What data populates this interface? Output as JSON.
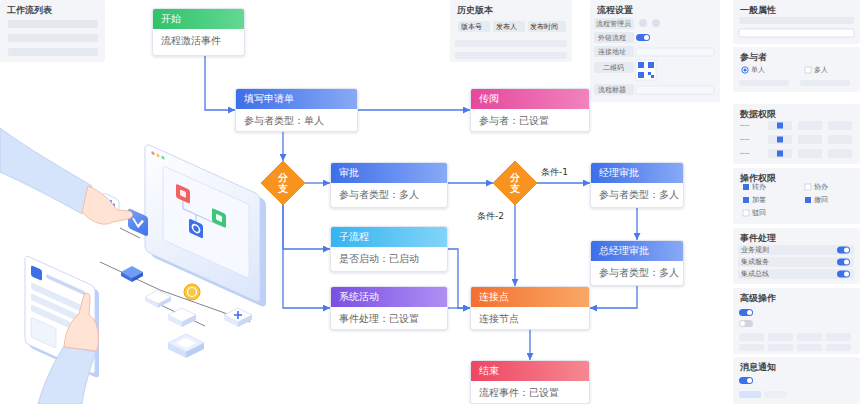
{
  "diagram": {
    "nodes": [
      {
        "text": [
          "开始",
          "流程激活事件"
        ]
      },
      {
        "text": [
          "填写申请单",
          "参与者类型：单人"
        ]
      },
      {
        "text": [
          "传阅",
          "参与者：已设置"
        ]
      },
      {
        "text": [
          "分支"
        ]
      },
      {
        "text": [
          "审批",
          "参与者类型：多人"
        ]
      },
      {
        "text": [
          "分支"
        ]
      },
      {
        "text": [
          "经理审批",
          "参与者类型：多人"
        ]
      },
      {
        "text": [
          "子流程",
          "是否启动：已启动"
        ]
      },
      {
        "text": [
          "总经理审批",
          "参与者类型：多人"
        ]
      },
      {
        "text": [
          "系统活动",
          "事件处理：已设置"
        ]
      },
      {
        "text": [
          "连接点",
          "连接节点"
        ]
      },
      {
        "text": [
          "结束",
          "流程事件：已设置"
        ]
      },
      {
        "text": [
          "工作流列表"
        ]
      },
      {
        "text": [
          "历史版本"
        ]
      },
      {
        "text": [
          "流程设置"
        ]
      },
      {
        "text": [
          "一般属性"
        ]
      },
      {
        "text": [
          "参与者"
        ]
      },
      {
        "text": [
          "数据权限"
        ]
      },
      {
        "text": [
          "操作权限"
        ]
      },
      {
        "text": [
          "事件处理"
        ]
      },
      {
        "text": [
          "高级操作"
        ]
      },
      {
        "text": [
          "消息通知"
        ]
      }
    ],
    "edges": [
      {
        "from": 0,
        "to": 1,
        "arrow": "to"
      },
      {
        "from": 1,
        "to": 2,
        "arrow": "to"
      },
      {
        "from": 1,
        "to": 3,
        "arrow": "to"
      },
      {
        "from": 3,
        "to": 4,
        "arrow": "to"
      },
      {
        "from": 3,
        "to": 7,
        "arrow": "to"
      },
      {
        "from": 3,
        "to": 9,
        "arrow": "to"
      },
      {
        "from": 4,
        "to": 5,
        "arrow": "to"
      },
      {
        "from": 5,
        "to": 6,
        "label": "条件-1",
        "arrow": "to"
      },
      {
        "from": 5,
        "to": 10,
        "label": "条件-2",
        "arrow": "to"
      },
      {
        "from": 6,
        "to": 8,
        "arrow": "to"
      },
      {
        "from": 8,
        "to": 10,
        "arrow": "to"
      },
      {
        "from": 7,
        "to": 10,
        "arrow": "to"
      },
      {
        "from": 9,
        "to": 10,
        "arrow": "to"
      },
      {
        "from": 10,
        "to": 11,
        "arrow": "to"
      }
    ],
    "labels": [
      "版本号",
      "发布人",
      "发布时间",
      "流程管理员",
      "外链流程",
      "连接地址",
      "二维码",
      "流程标题",
      "单人",
      "多人",
      "----",
      "----",
      "----",
      "转办",
      "协办",
      "加签",
      "撤回",
      "驳回",
      "业务规则",
      "集成服务",
      "集成总线"
    ]
  }
}
